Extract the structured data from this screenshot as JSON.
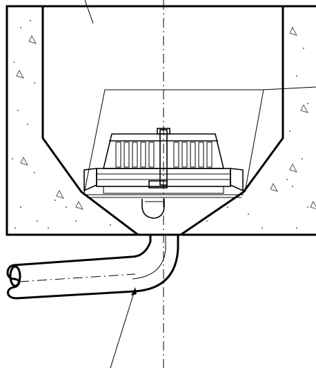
{
  "drawing": {
    "line_color": "#000000",
    "background_color": "#ffffff",
    "concrete_fill_color": "#ffffff",
    "aggregate_color": "#555555",
    "components": [
      "concrete-slab",
      "formwork-box",
      "floor-drain",
      "grate",
      "drain-outlet",
      "pipe-bend",
      "horizontal-pipe",
      "leader-lines",
      "centerline"
    ]
  }
}
